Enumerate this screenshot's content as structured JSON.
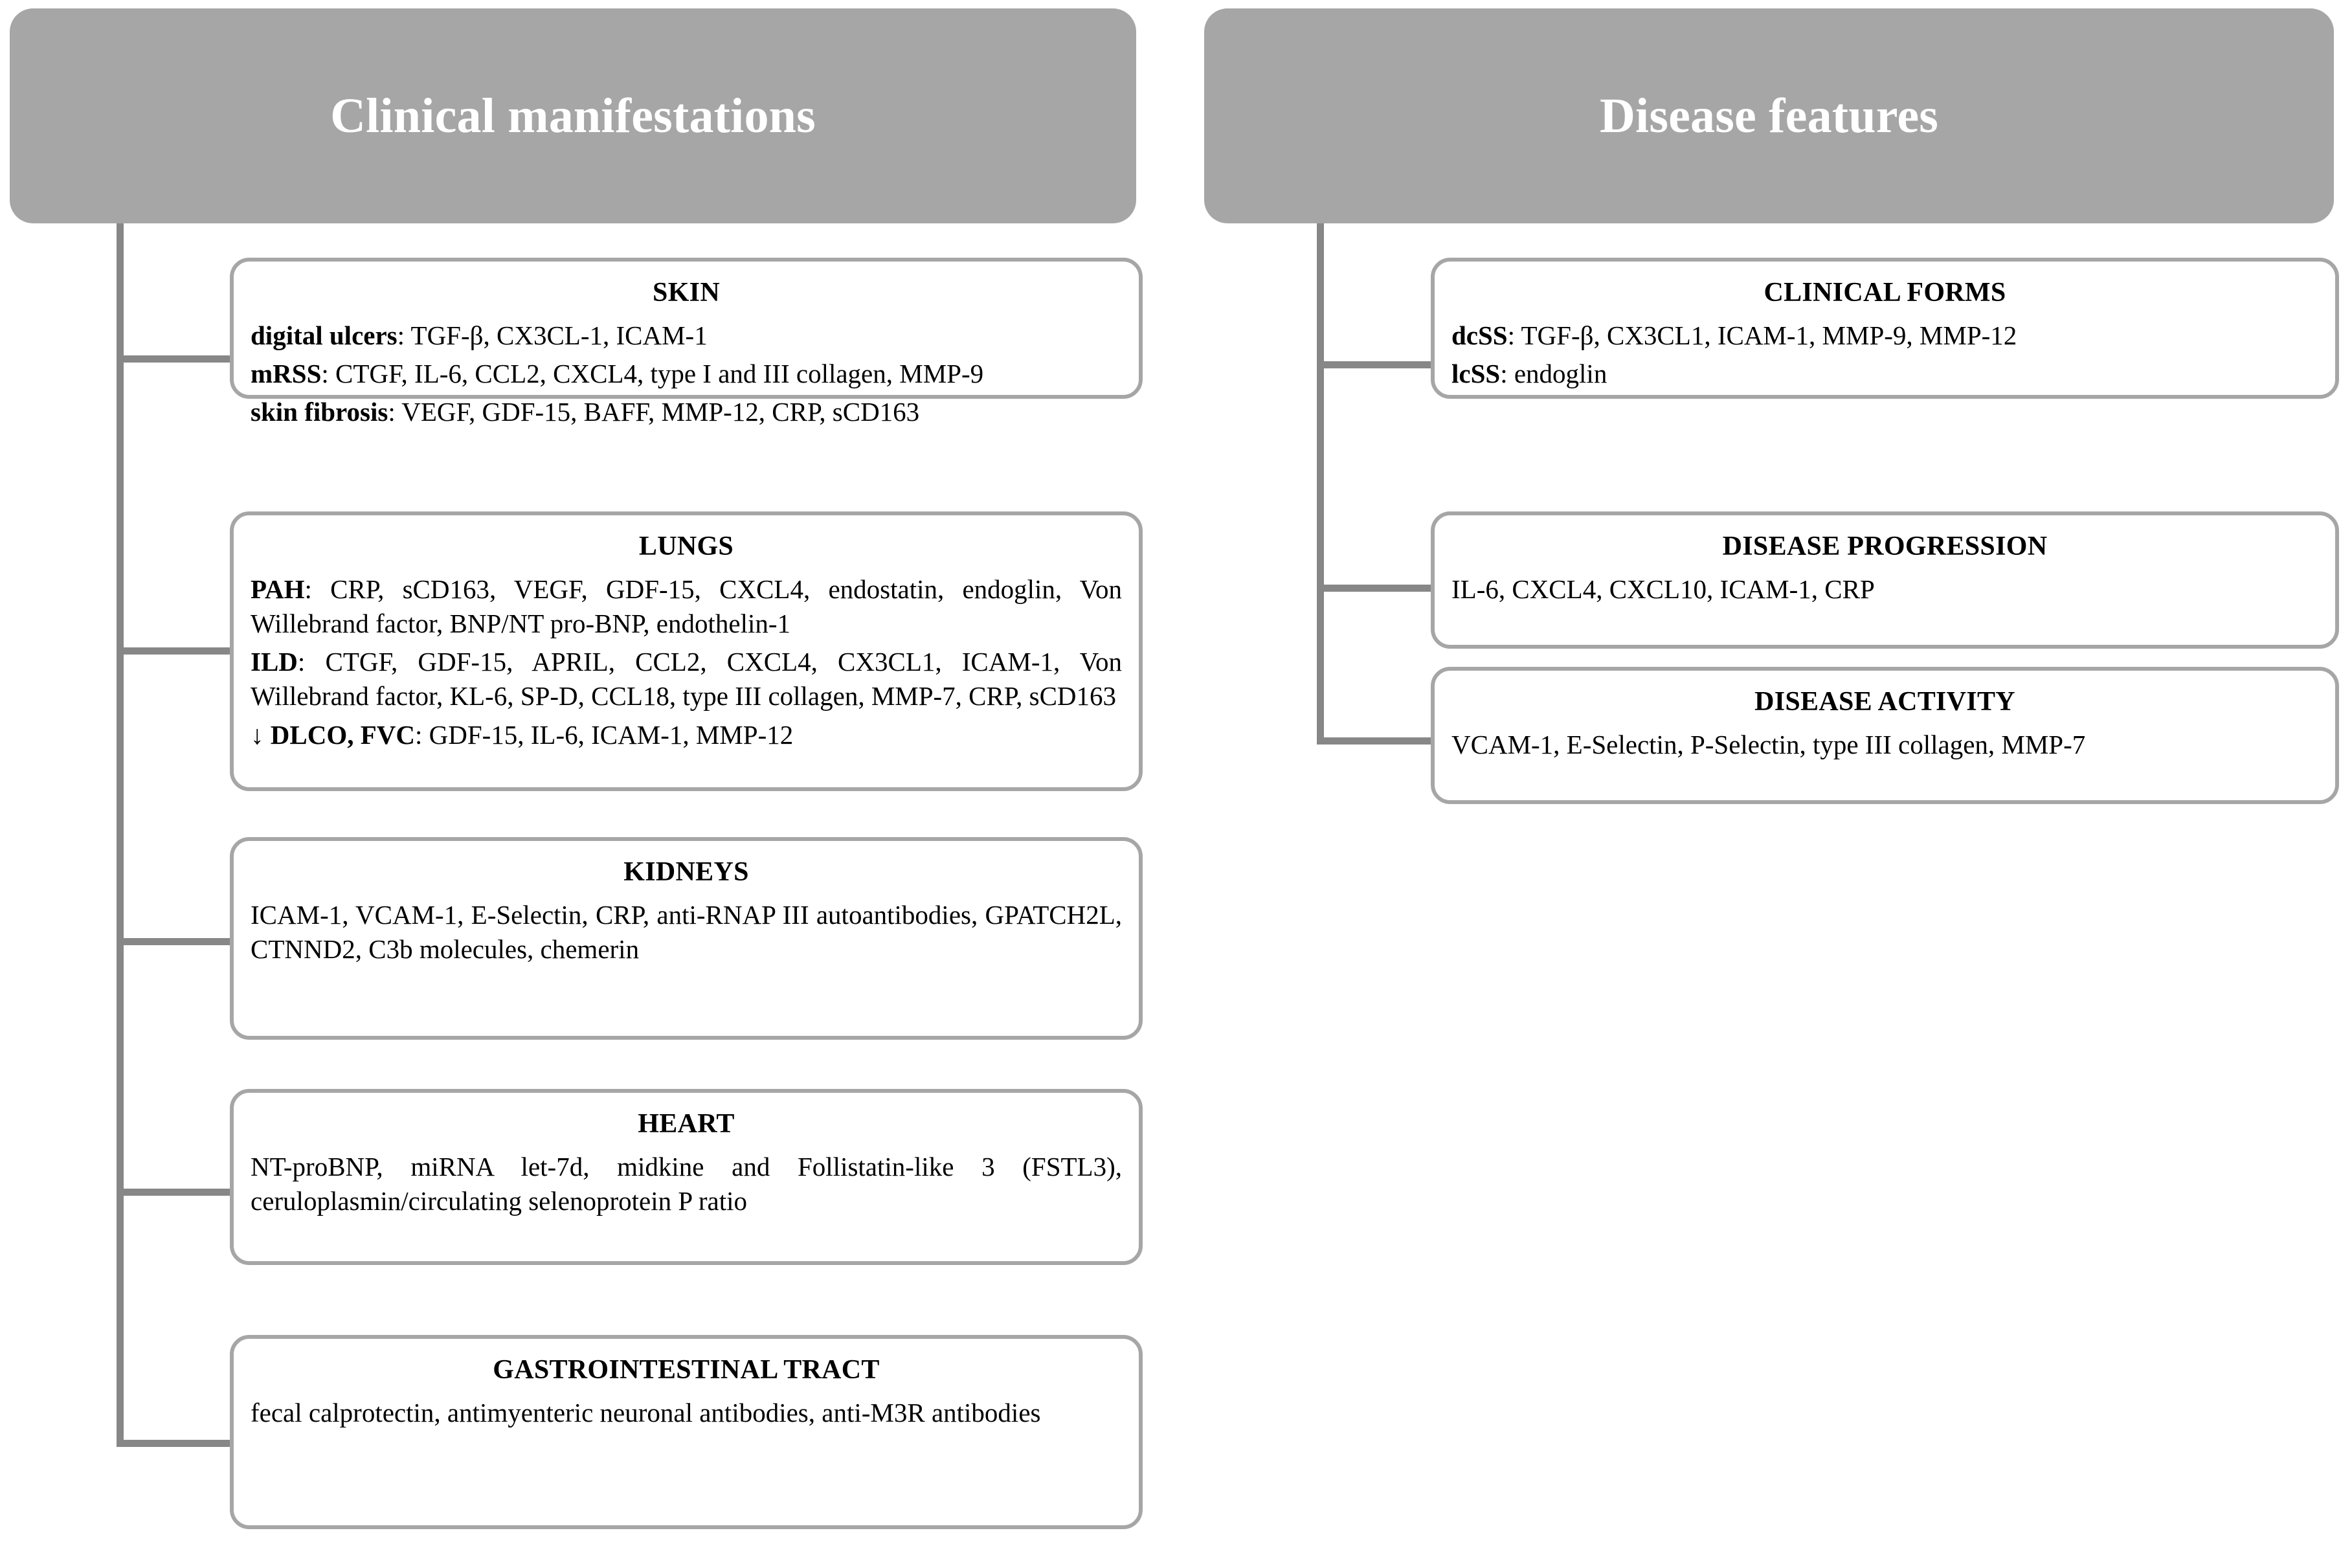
{
  "columns": {
    "left": {
      "header": "Clinical manifestations",
      "nodes": [
        {
          "title": "SKIN",
          "lines": [
            {
              "label": "digital ulcers",
              "text": ": TGF-β, CX3CL-1, ICAM-1"
            },
            {
              "label": "mRSS",
              "text": ": CTGF, IL-6, CCL2, CXCL4, type I and III collagen, MMP-9"
            },
            {
              "label": "skin fibrosis",
              "text": ": VEGF, GDF-15, BAFF, MMP-12, CRP, sCD163"
            }
          ]
        },
        {
          "title": "LUNGS",
          "lines": [
            {
              "label": "PAH",
              "text": ": CRP, sCD163, VEGF, GDF-15, CXCL4, endostatin, endoglin, Von Willebrand factor, BNP/NT pro-BNP, endothelin-1"
            },
            {
              "label": "ILD",
              "text": ": CTGF, GDF-15, APRIL, CCL2, CXCL4, CX3CL1, ICAM-1, Von Willebrand factor, KL-6, SP-D, CCL18, type III collagen, MMP-7, CRP, sCD163"
            },
            {
              "label": "↓ DLCO, FVC",
              "text": ": GDF-15, IL-6, ICAM-1, MMP-12"
            }
          ]
        },
        {
          "title": "KIDNEYS",
          "lines": [
            {
              "label": "",
              "text": "ICAM-1, VCAM-1, E-Selectin, CRP, anti-RNAP III autoantibodies, GPATCH2L, CTNND2, C3b molecules, chemerin"
            }
          ]
        },
        {
          "title": "HEART",
          "lines": [
            {
              "label": "",
              "text": "NT-proBNP, miRNA let-7d, midkine and Follistatin-like 3 (FSTL3), ceruloplasmin/circulating selenoprotein P ratio"
            }
          ]
        },
        {
          "title": "GASTROINTESTINAL TRACT",
          "lines": [
            {
              "label": "",
              "text": "fecal calprotectin, antimyenteric neuronal antibodies, anti-M3R antibodies"
            }
          ]
        }
      ]
    },
    "right": {
      "header": "Disease features",
      "nodes": [
        {
          "title": "CLINICAL FORMS",
          "lines": [
            {
              "label": "dcSS",
              "text": ": TGF-β, CX3CL1, ICAM-1, MMP-9, MMP-12"
            },
            {
              "label": "lcSS",
              "text": ": endoglin"
            }
          ]
        },
        {
          "title": "DISEASE PROGRESSION",
          "lines": [
            {
              "label": "",
              "text": "IL-6, CXCL4, CXCL10, ICAM-1, CRP"
            }
          ]
        },
        {
          "title": "DISEASE ACTIVITY",
          "lines": [
            {
              "label": "",
              "text": "VCAM-1, E-Selectin, P-Selectin, type III collagen, MMP-7"
            }
          ]
        }
      ]
    }
  },
  "colors": {
    "banner_fill": "#a6a6a6",
    "banner_text": "#ffffff",
    "box_border": "#a6a6a6",
    "box_fill": "#ffffff",
    "connector": "#878787",
    "body_text": "#000000"
  }
}
